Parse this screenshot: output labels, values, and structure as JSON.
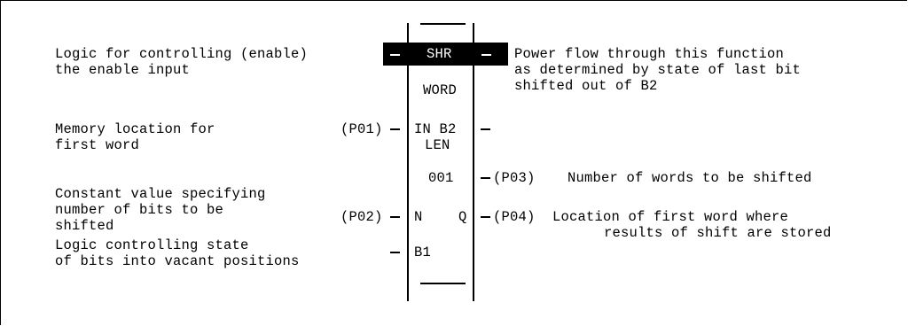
{
  "function_block": {
    "name": "SHR",
    "type": "WORD",
    "in_label": "IN B2",
    "len_label": "LEN",
    "len_value": "001",
    "n_label": "N",
    "q_label": "Q",
    "b1_label": "B1"
  },
  "left_annotations": {
    "enable_line1": "Logic for controlling (enable)",
    "enable_line2": "the enable input",
    "memory_line1": "Memory location for",
    "memory_param": "(P01)",
    "memory_line2": "first word",
    "constant_line1": "Constant value specifying",
    "constant_line2": "number of bits to be",
    "constant_param": "(P02)",
    "constant_line3": "shifted",
    "logic_line1": "Logic controlling state",
    "logic_line2": "of bits into vacant positions"
  },
  "right_annotations": {
    "power_line1": "Power flow through this function",
    "power_line2": "as determined by state of last bit",
    "power_line3": "shifted out of B2",
    "p03_param": "(P03)",
    "p03_text": "Number of words to be shifted",
    "p04_param": "(P04)",
    "p04_line1": "Location of first word where",
    "p04_line2": "results of shift are stored"
  }
}
